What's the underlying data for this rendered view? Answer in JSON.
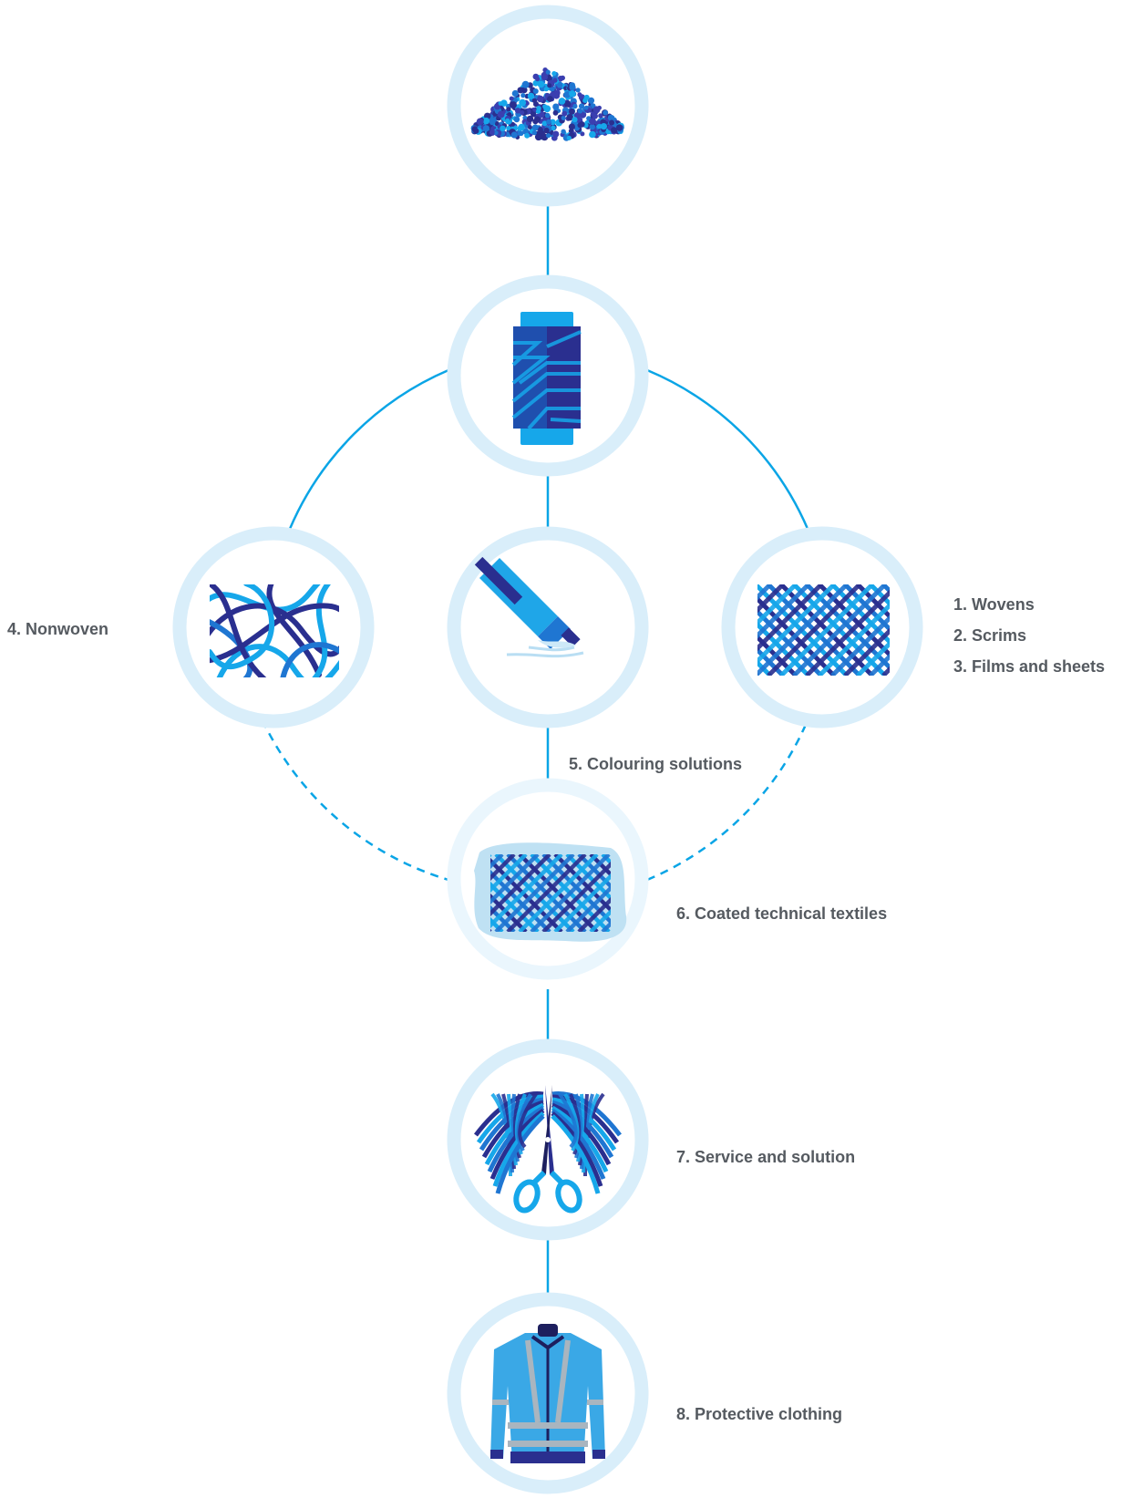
{
  "labels": {
    "wovens": "1. Wovens",
    "scrims": "2. Scrims",
    "films": "3. Films and sheets",
    "nonwoven": "4. Nonwoven",
    "colouring": "5. Colouring solutions",
    "coated": "6. Coated technical textiles",
    "service": "7. Service and solution",
    "protective": "8. Protective clothing"
  },
  "colors": {
    "ring": "#d9eefa",
    "ring_highlight": "#eaf6fd",
    "connector": "#0aa5e6",
    "dark_blue": "#2a2f8f",
    "mid_blue": "#1f76d2",
    "light_blue": "#16a7ea",
    "label_text": "#555a60"
  },
  "nodes": [
    {
      "name": "granules-icon"
    },
    {
      "name": "yarn-spool-icon"
    },
    {
      "name": "nonwoven-fibres-icon"
    },
    {
      "name": "colour-tube-icon"
    },
    {
      "name": "woven-mesh-icon"
    },
    {
      "name": "coated-textile-icon"
    },
    {
      "name": "scissors-fabric-icon"
    },
    {
      "name": "protective-jacket-icon"
    }
  ]
}
